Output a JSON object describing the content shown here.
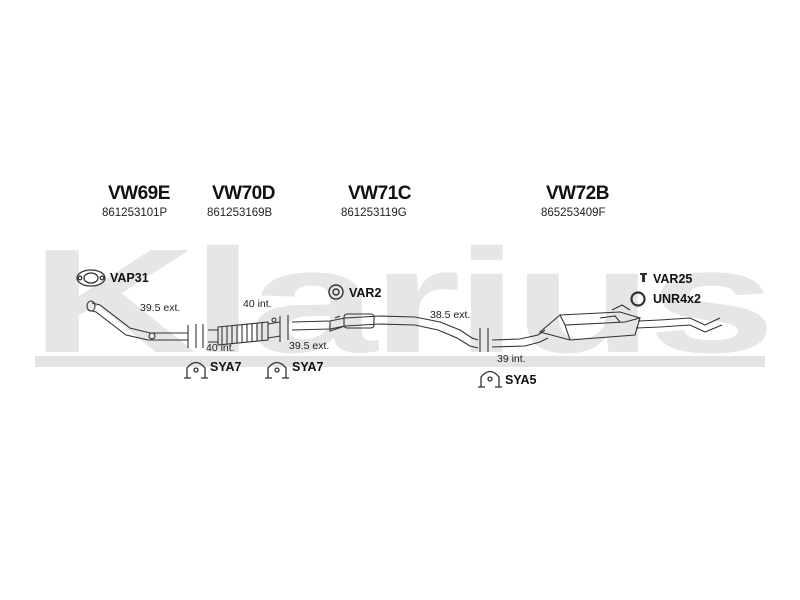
{
  "brand": {
    "logo_text": "Klarius"
  },
  "sections": [
    {
      "code": "VW69E",
      "ref": "861253101P"
    },
    {
      "code": "VW70D",
      "ref": "861253169B"
    },
    {
      "code": "VW71C",
      "ref": "861253119G"
    },
    {
      "code": "VW72B",
      "ref": "865253409F"
    }
  ],
  "parts": {
    "vap31": "VAP31",
    "var2": "VAR2",
    "var25": "VAR25",
    "unr4x2": "UNR4x2",
    "sya7_a": "SYA7",
    "sya7_b": "SYA7",
    "sya5": "SYA5"
  },
  "dimensions": {
    "d1": "39.5 ext.",
    "d2": "40 int.",
    "d3": "40 int.",
    "d4": "39.5 ext.",
    "d5": "38.5 ext.",
    "d6": "39 int."
  }
}
